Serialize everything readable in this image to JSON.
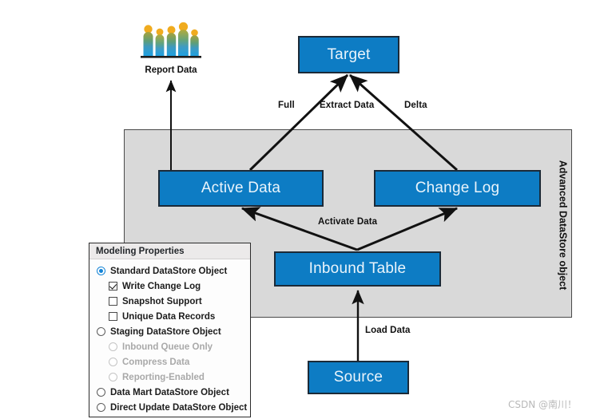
{
  "diagram": {
    "title": "Advanced DataStore object dataflow",
    "container_label": "Advanced DataStore object",
    "colors": {
      "node_fill": "#0d7cc4",
      "node_border": "#1b2a38",
      "node_text": "#eaf4fb",
      "container_fill": "#d9d9d9",
      "container_border": "#4a4a4a",
      "edge": "#111111",
      "panel_bg": "#fdfdfd",
      "panel_header_bg": "#eceaea",
      "accent_blue": "#1383d6",
      "disabled_text": "#a9a9a9",
      "watermark": "#b9b9b9"
    },
    "nodes": {
      "target": "Target",
      "active_data": "Active Data",
      "change_log": "Change Log",
      "inbound_table": "Inbound Table",
      "source": "Source"
    },
    "edge_labels": {
      "full": "Full",
      "extract_data": "Extract Data",
      "delta": "Delta",
      "activate_data": "Activate Data",
      "load_data": "Load Data"
    },
    "report": {
      "caption": "Report Data",
      "icon": "people-group-icon",
      "figure_count": 5
    }
  },
  "modeling_properties": {
    "header": "Modeling Properties",
    "options": [
      {
        "label": "Standard DataStore Object",
        "control": "radio",
        "checked": true,
        "disabled": false,
        "indent": 0
      },
      {
        "label": "Write Change Log",
        "control": "checkbox",
        "checked": true,
        "disabled": false,
        "indent": 1
      },
      {
        "label": "Snapshot Support",
        "control": "checkbox",
        "checked": false,
        "disabled": false,
        "indent": 1
      },
      {
        "label": "Unique Data Records",
        "control": "checkbox",
        "checked": false,
        "disabled": false,
        "indent": 1
      },
      {
        "label": "Staging DataStore Object",
        "control": "radio",
        "checked": false,
        "disabled": false,
        "indent": 0
      },
      {
        "label": "Inbound Queue Only",
        "control": "radio",
        "checked": false,
        "disabled": true,
        "indent": 1
      },
      {
        "label": "Compress Data",
        "control": "radio",
        "checked": false,
        "disabled": true,
        "indent": 1
      },
      {
        "label": "Reporting-Enabled",
        "control": "radio",
        "checked": false,
        "disabled": true,
        "indent": 1
      },
      {
        "label": "Data Mart DataStore Object",
        "control": "radio",
        "checked": false,
        "disabled": false,
        "indent": 0
      },
      {
        "label": "Direct Update DataStore Object",
        "control": "radio",
        "checked": false,
        "disabled": false,
        "indent": 0
      }
    ]
  },
  "watermark": {
    "text": "CSDN @南川！"
  }
}
